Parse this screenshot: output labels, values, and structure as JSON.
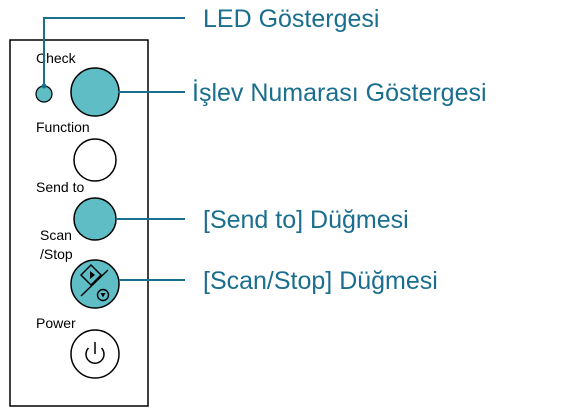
{
  "panel": {
    "labels": {
      "check": "Check",
      "function": "Function",
      "send_to": "Send to",
      "scan": "Scan",
      "stop": "/Stop",
      "power": "Power"
    }
  },
  "callouts": {
    "led": "LED Göstergesi",
    "function_number": "İşlev Numarası Göstergesi",
    "send_to_button": "[Send to] Düğmesi",
    "scan_stop_button": "[Scan/Stop] Düğmesi"
  },
  "colors": {
    "accent": "#1a6e8e",
    "indicator_fill": "#5fbdc6",
    "outline": "#000000",
    "background": "#ffffff"
  },
  "icons": {
    "scan_stop": "scan-stop-icon",
    "power": "power-icon"
  }
}
